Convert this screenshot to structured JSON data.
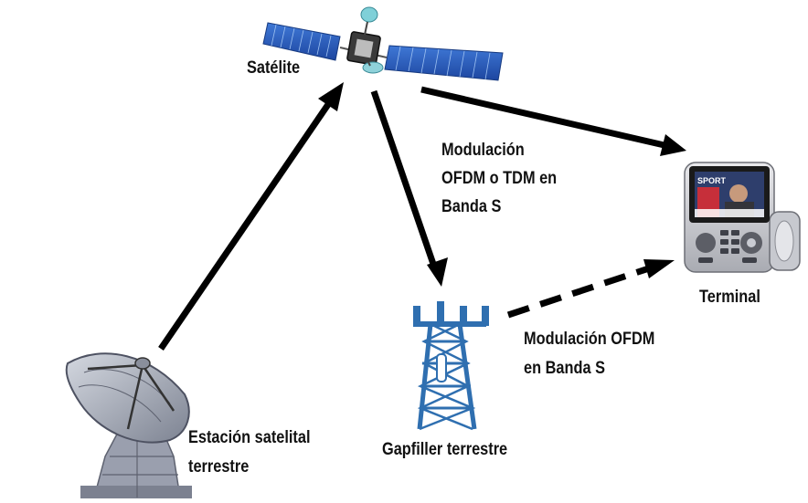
{
  "nodes": {
    "satellite": {
      "label": "Satélite",
      "icon": "satellite-icon"
    },
    "ground_station": {
      "label_line1": "Estación satelital",
      "label_line2": "terrestre",
      "icon": "satellite-dish-icon"
    },
    "gapfiller": {
      "label": "Gapfiller terrestre",
      "icon": "transmission-tower-icon"
    },
    "terminal": {
      "label": "Terminal",
      "icon": "mobile-phone-icon",
      "screen_text": "SPORT"
    }
  },
  "links": {
    "satellite_to_gapfiller": {
      "line1": "Modulación",
      "line2": "OFDM o TDM en",
      "line3": "Banda S"
    },
    "gapfiller_to_terminal": {
      "line1": "Modulación OFDM",
      "line2": "en Banda S"
    }
  },
  "colors": {
    "arrow": "#000000",
    "tower": "#2f6fb0",
    "panel": "#2d5fb8",
    "dish": "#8f95a3"
  }
}
